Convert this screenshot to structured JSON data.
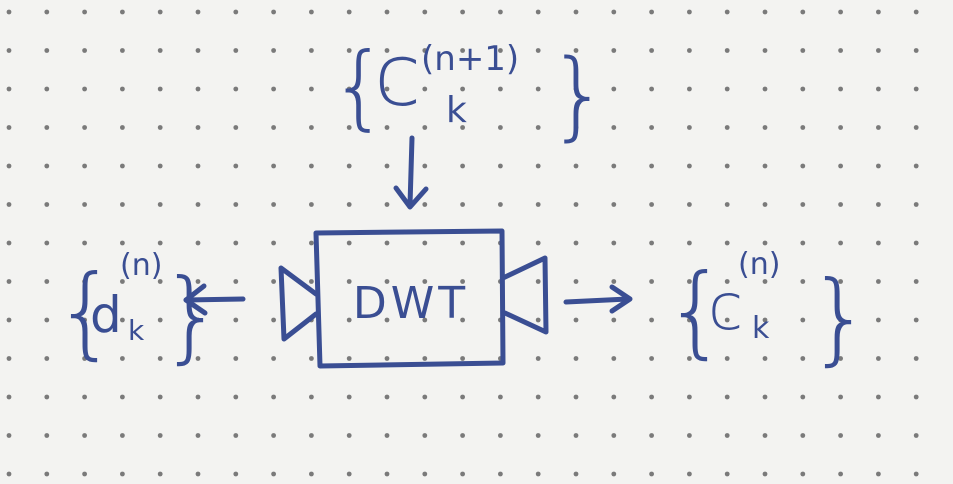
{
  "diagram": {
    "type": "hand-drawn block diagram on dot-grid paper",
    "ink_color": "#3a4e93",
    "paper_color": "#f3f3f1",
    "dot_color": "#7a7a7a",
    "input": {
      "open_brace": "{",
      "symbol": "c",
      "superscript": "(n+1)",
      "subscript": "k",
      "close_brace": "}"
    },
    "block": {
      "label": "DWT"
    },
    "detail_output": {
      "open_brace": "{",
      "symbol": "d",
      "superscript": "(n)",
      "subscript": "k",
      "close_brace": "}"
    },
    "approx_output": {
      "open_brace": "{",
      "symbol": "c",
      "superscript": "(n)",
      "subscript": "k",
      "close_brace": "}"
    }
  }
}
